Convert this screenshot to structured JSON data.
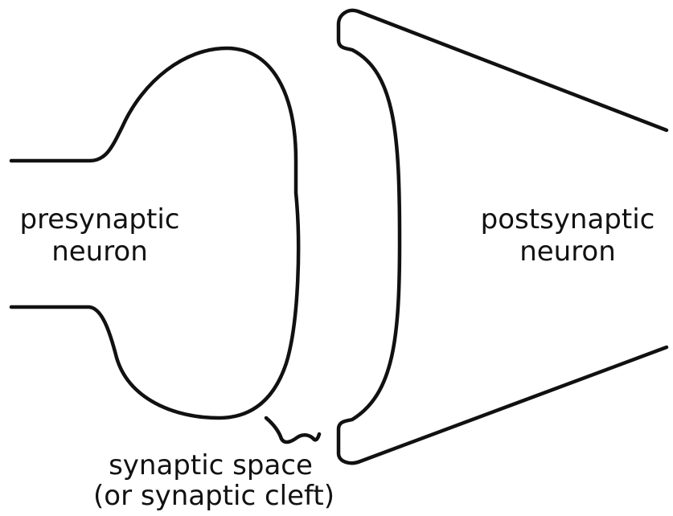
{
  "labels": {
    "presynaptic_line1": "presynaptic",
    "presynaptic_line2": "neuron",
    "postsynaptic_line1": "postsynaptic",
    "postsynaptic_line2": "neuron",
    "cleft_line1": "synaptic space",
    "cleft_line2": "(or synaptic cleft)"
  },
  "colors": {
    "stroke": "#111111",
    "background": "#ffffff"
  }
}
